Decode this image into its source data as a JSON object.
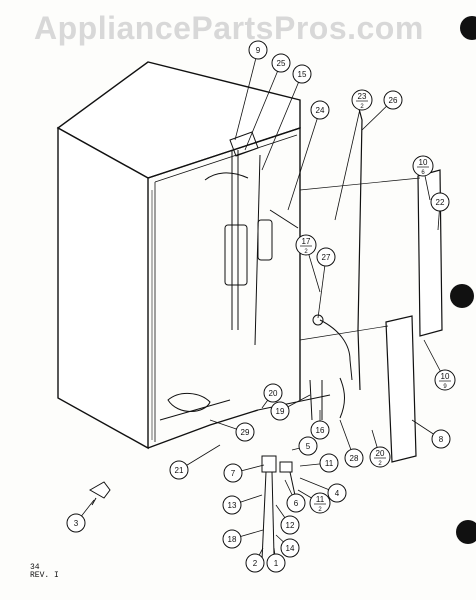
{
  "watermark": "AppliancePartsPros.com",
  "footer": {
    "page": "34",
    "revision": "REV. I"
  },
  "callouts": [
    {
      "id": "c9",
      "label": "9"
    },
    {
      "id": "c25",
      "label": "25"
    },
    {
      "id": "c15",
      "label": "15"
    },
    {
      "id": "c24",
      "label": "24"
    },
    {
      "id": "c23_2",
      "label": "23",
      "sub": "2"
    },
    {
      "id": "c26",
      "label": "26"
    },
    {
      "id": "c10_6",
      "label": "10",
      "sub": "6"
    },
    {
      "id": "c22",
      "label": "22"
    },
    {
      "id": "c17_2",
      "label": "17",
      "sub": "2"
    },
    {
      "id": "c27",
      "label": "27"
    },
    {
      "id": "c10_9",
      "label": "10",
      "sub": "9"
    },
    {
      "id": "c8",
      "label": "8"
    },
    {
      "id": "c20",
      "label": "20"
    },
    {
      "id": "c19",
      "label": "19"
    },
    {
      "id": "c16",
      "label": "16"
    },
    {
      "id": "c29",
      "label": "29"
    },
    {
      "id": "c5",
      "label": "5"
    },
    {
      "id": "c28",
      "label": "28"
    },
    {
      "id": "c20_2",
      "label": "20",
      "sub": "2"
    },
    {
      "id": "c21",
      "label": "21"
    },
    {
      "id": "c7",
      "label": "7"
    },
    {
      "id": "c11",
      "label": "11"
    },
    {
      "id": "c4",
      "label": "4"
    },
    {
      "id": "c11_2",
      "label": "11",
      "sub": "2"
    },
    {
      "id": "c6",
      "label": "6"
    },
    {
      "id": "c13",
      "label": "13"
    },
    {
      "id": "c12",
      "label": "12"
    },
    {
      "id": "c18",
      "label": "18"
    },
    {
      "id": "c14",
      "label": "14"
    },
    {
      "id": "c2",
      "label": "2"
    },
    {
      "id": "c1",
      "label": "1"
    },
    {
      "id": "c3",
      "label": "3"
    }
  ]
}
